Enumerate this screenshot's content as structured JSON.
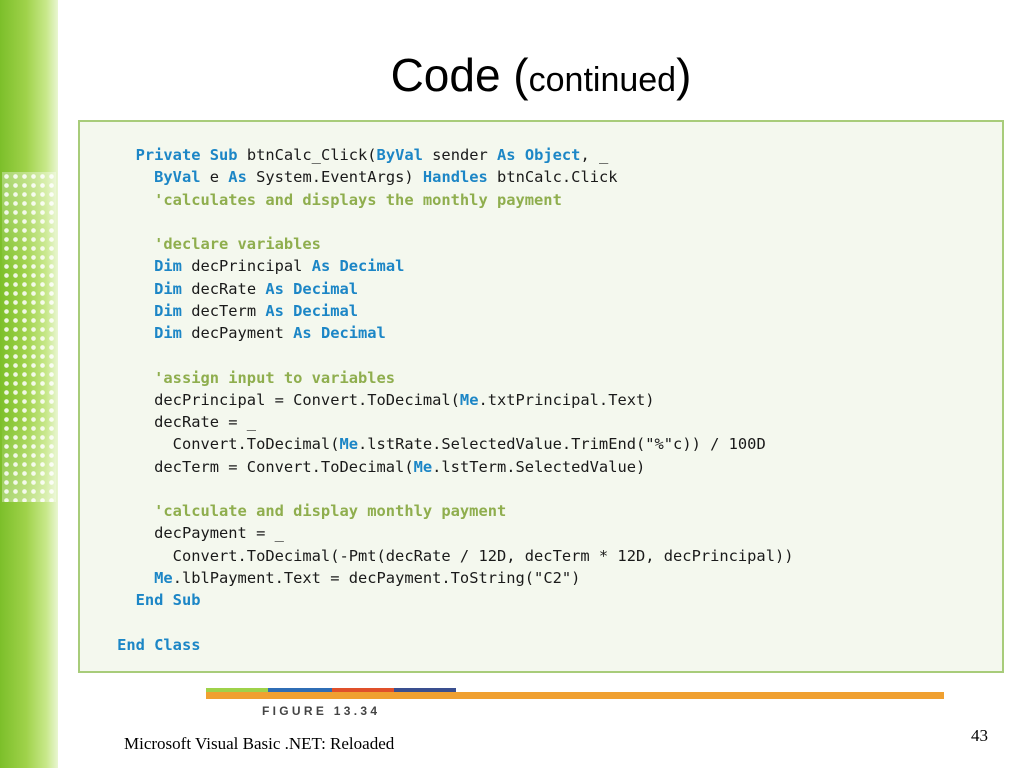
{
  "slide": {
    "title_main": "Code (",
    "title_sub": "continued",
    "title_close": ")",
    "footer": "Microsoft Visual Basic .NET: Reloaded",
    "page_number": "43"
  },
  "figure": {
    "label": "FIGURE 13.34",
    "colors": {
      "keyword": "#1c86c6",
      "comment": "#8fae4e",
      "panel_border": "#a8cc7a",
      "caption_bar": "#f0a030"
    },
    "code_lines": [
      {
        "indent": "      ",
        "tokens": [
          {
            "t": "Private Sub",
            "k": "kw"
          },
          {
            "t": " btnCalc_Click(",
            "k": ""
          },
          {
            "t": "ByVal",
            "k": "kw"
          },
          {
            "t": " sender ",
            "k": ""
          },
          {
            "t": "As Object",
            "k": "kw"
          },
          {
            "t": ", _",
            "k": ""
          }
        ]
      },
      {
        "indent": "        ",
        "tokens": [
          {
            "t": "ByVal",
            "k": "kw"
          },
          {
            "t": " e ",
            "k": ""
          },
          {
            "t": "As",
            "k": "kw"
          },
          {
            "t": " System.EventArgs) ",
            "k": ""
          },
          {
            "t": "Handles",
            "k": "kw"
          },
          {
            "t": " btnCalc.Click",
            "k": ""
          }
        ]
      },
      {
        "indent": "        ",
        "tokens": [
          {
            "t": "'calculates and displays the monthly payment",
            "k": "cm"
          }
        ]
      },
      {
        "indent": "",
        "tokens": []
      },
      {
        "indent": "        ",
        "tokens": [
          {
            "t": "'declare variables",
            "k": "cm"
          }
        ]
      },
      {
        "indent": "        ",
        "tokens": [
          {
            "t": "Dim",
            "k": "kw"
          },
          {
            "t": " decPrincipal ",
            "k": ""
          },
          {
            "t": "As Decimal",
            "k": "kw"
          }
        ]
      },
      {
        "indent": "        ",
        "tokens": [
          {
            "t": "Dim",
            "k": "kw"
          },
          {
            "t": " decRate ",
            "k": ""
          },
          {
            "t": "As Decimal",
            "k": "kw"
          }
        ]
      },
      {
        "indent": "        ",
        "tokens": [
          {
            "t": "Dim",
            "k": "kw"
          },
          {
            "t": " decTerm ",
            "k": ""
          },
          {
            "t": "As Decimal",
            "k": "kw"
          }
        ]
      },
      {
        "indent": "        ",
        "tokens": [
          {
            "t": "Dim",
            "k": "kw"
          },
          {
            "t": " decPayment ",
            "k": ""
          },
          {
            "t": "As Decimal",
            "k": "kw"
          }
        ]
      },
      {
        "indent": "",
        "tokens": []
      },
      {
        "indent": "        ",
        "tokens": [
          {
            "t": "'assign input to variables",
            "k": "cm"
          }
        ]
      },
      {
        "indent": "        ",
        "tokens": [
          {
            "t": "decPrincipal = Convert.ToDecimal(",
            "k": ""
          },
          {
            "t": "Me",
            "k": "kw"
          },
          {
            "t": ".txtPrincipal.Text)",
            "k": ""
          }
        ]
      },
      {
        "indent": "        ",
        "tokens": [
          {
            "t": "decRate = _",
            "k": ""
          }
        ]
      },
      {
        "indent": "          ",
        "tokens": [
          {
            "t": "Convert.ToDecimal(",
            "k": ""
          },
          {
            "t": "Me",
            "k": "kw"
          },
          {
            "t": ".lstRate.SelectedValue.TrimEnd(\"%\"c)) / 100D",
            "k": ""
          }
        ]
      },
      {
        "indent": "        ",
        "tokens": [
          {
            "t": "decTerm = Convert.ToDecimal(",
            "k": ""
          },
          {
            "t": "Me",
            "k": "kw"
          },
          {
            "t": ".lstTerm.SelectedValue)",
            "k": ""
          }
        ]
      },
      {
        "indent": "",
        "tokens": []
      },
      {
        "indent": "        ",
        "tokens": [
          {
            "t": "'calculate and display monthly payment",
            "k": "cm"
          }
        ]
      },
      {
        "indent": "        ",
        "tokens": [
          {
            "t": "decPayment = _",
            "k": ""
          }
        ]
      },
      {
        "indent": "          ",
        "tokens": [
          {
            "t": "Convert.ToDecimal(-Pmt(decRate / 12D, decTerm * 12D, decPrincipal))",
            "k": ""
          }
        ]
      },
      {
        "indent": "        ",
        "tokens": [
          {
            "t": "Me",
            "k": "kw"
          },
          {
            "t": ".lblPayment.Text = decPayment.ToString(\"C2\")",
            "k": ""
          }
        ]
      },
      {
        "indent": "      ",
        "tokens": [
          {
            "t": "End Sub",
            "k": "kw"
          }
        ]
      },
      {
        "indent": "",
        "tokens": []
      },
      {
        "indent": "    ",
        "tokens": [
          {
            "t": "End Class",
            "k": "kw"
          }
        ]
      }
    ]
  }
}
